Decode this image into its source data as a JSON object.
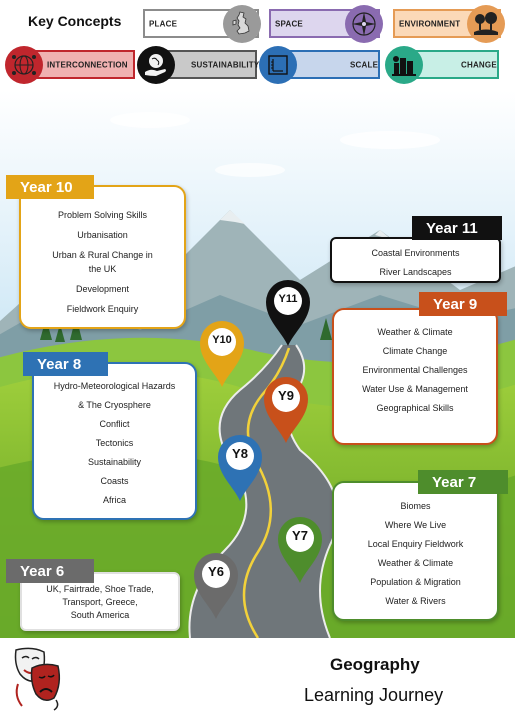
{
  "header": {
    "title": "Key Concepts",
    "concepts": [
      {
        "label": "PLACE",
        "icon": "uk-map-icon",
        "fill": "#ffffff",
        "border": "#8c8c8c"
      },
      {
        "label": "SPACE",
        "icon": "compass-icon",
        "fill": "#ddd6ee",
        "border": "#8a6bb0"
      },
      {
        "label": "ENVIRONMENT",
        "icon": "landscape-icon",
        "fill": "#fbd9b8",
        "border": "#e59b55"
      },
      {
        "label": "INTERCONNECTION",
        "icon": "globe-network-icon",
        "fill": "#f0b1b1",
        "border": "#c0262d"
      },
      {
        "label": "SUSTAINABILITY",
        "icon": "hand-globe-icon",
        "fill": "#c9c9c9",
        "border": "#555555"
      },
      {
        "label": "SCALE",
        "icon": "ruler-icon",
        "fill": "#c7d6ec",
        "border": "#2c6fb5"
      },
      {
        "label": "CHANGE",
        "icon": "city-change-icon",
        "fill": "#c8efe6",
        "border": "#2aa988"
      }
    ]
  },
  "years": {
    "y10": {
      "title": "Year 10",
      "color": "#e3a417",
      "items": [
        "Problem Solving Skills",
        "Urbanisation",
        "Urban & Rural Change in",
        "the UK",
        "Development",
        "Fieldwork Enquiry"
      ]
    },
    "y11": {
      "title": "Year 11",
      "color": "#111111",
      "items": [
        "Coastal Environments",
        "River Landscapes"
      ]
    },
    "y9": {
      "title": "Year 9",
      "color": "#c8501b",
      "items": [
        "Weather & Climate",
        "Climate Change",
        "Environmental Challenges",
        "Water Use & Management",
        "Geographical Skills"
      ]
    },
    "y8": {
      "title": "Year 8",
      "color": "#2e72b4",
      "items": [
        "Hydro-Meteorological Hazards",
        "& The Cryosphere",
        "Conflict",
        "Tectonics",
        "Sustainability",
        "Coasts",
        "Africa"
      ]
    },
    "y7": {
      "title": "Year 7",
      "color": "#4e8d2c",
      "items": [
        "Biomes",
        "Where We Live",
        "Local Enquiry Fieldwork",
        "Weather & Climate",
        "Population & Migration",
        "Water & Rivers"
      ]
    },
    "y6": {
      "title": "Year 6",
      "color": "#6b6b6b",
      "items": [
        "UK, Fairtrade, Shoe Trade,",
        "Transport, Greece,",
        "South America"
      ]
    }
  },
  "pins": {
    "y11": "Y11",
    "y10": "Y10",
    "y9": "Y9",
    "y8": "Y8",
    "y7": "Y7",
    "y6": "Y6"
  },
  "footer": {
    "subject": "Geography",
    "subtitle": "Learning Journey",
    "logo_icon": "drama-masks-icon"
  }
}
